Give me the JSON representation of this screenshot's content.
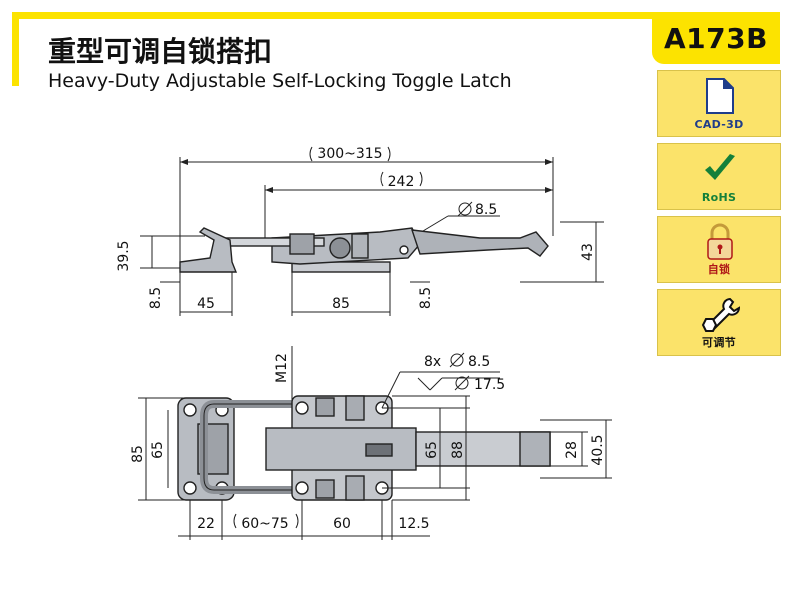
{
  "product": {
    "code": "A173B",
    "title_cn": "重型可调自锁搭扣",
    "title_en": "Heavy-Duty Adjustable Self-Locking Toggle Latch"
  },
  "badges": [
    {
      "label": "CAD-3D",
      "icon": "document-icon"
    },
    {
      "label": "RoHS",
      "icon": "checkmark-icon"
    },
    {
      "label": "自锁",
      "icon": "padlock-icon"
    },
    {
      "label": "可调节",
      "icon": "wrench-icon"
    }
  ],
  "side_view": {
    "overall_length": "300~315",
    "handle_length": "242",
    "hole_dia": "8.5",
    "catch_height": "39.5",
    "height": "43",
    "catch_base": "8.5",
    "base_thickness": "8.5",
    "catch_width": "45",
    "base_width": "85"
  },
  "top_view": {
    "thread": "M12",
    "holes": "8x",
    "hole_dia": "8.5",
    "counterbore_dia": "17.5",
    "catch_height": "85",
    "catch_inner": "65",
    "base_inner": "65",
    "base_height": "88",
    "handle_width": "28",
    "handle_outer": "40.5",
    "dim_22": "22",
    "dim_60_75": "60~75",
    "dim_60": "60",
    "dim_12_5": "12.5"
  },
  "colors": {
    "brand_yellow": "#fce300",
    "badge_yellow": "#fbe36a",
    "metal": "#b8bcc2"
  }
}
